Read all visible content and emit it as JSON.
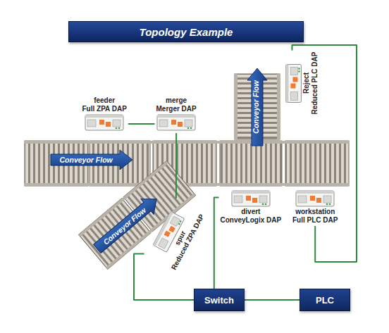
{
  "diagram": {
    "title": "Topology Example",
    "nodes": [
      {
        "text": [
          "feeder",
          "Full ZPA DAP"
        ]
      },
      {
        "text": [
          "merge",
          "Merger DAP"
        ]
      },
      {
        "text": [
          "Reject",
          "Reduced PLC DAP"
        ]
      },
      {
        "text": [
          "spur",
          "Reduced ZPA DAP"
        ]
      },
      {
        "text": [
          "divert",
          "ConveyLogix DAP"
        ]
      },
      {
        "text": [
          "workstation",
          "Full PLC DAP"
        ]
      },
      {
        "text": [
          "Switch"
        ]
      },
      {
        "text": [
          "PLC"
        ]
      }
    ],
    "edges": [
      {
        "from": 0,
        "to": 1,
        "arrow": "none"
      },
      {
        "from": 1,
        "to": 3,
        "arrow": "none"
      },
      {
        "from": 3,
        "to": 6,
        "arrow": "none"
      },
      {
        "from": 6,
        "to": 7,
        "arrow": "none"
      },
      {
        "from": 6,
        "to": 4,
        "arrow": "none"
      },
      {
        "from": 2,
        "to": 5,
        "arrow": "none"
      }
    ],
    "labels": [
      "Conveyor Flow",
      "Conveyor Flow",
      "Conveyor Flow"
    ]
  }
}
